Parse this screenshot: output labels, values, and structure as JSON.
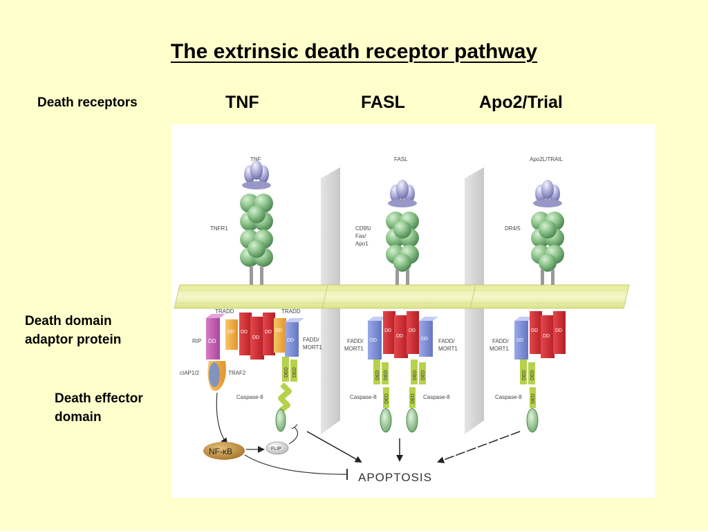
{
  "slide": {
    "title": "The extrinsic death receptor pathway",
    "labels": {
      "death_receptors": "Death receptors",
      "adaptor_line1": "Death domain",
      "adaptor_line2": "adaptor protein",
      "effector_line1": "Death effector",
      "effector_line2": "domain"
    },
    "columns": [
      "TNF",
      "FASL",
      "Apo2/Trial"
    ]
  },
  "figure": {
    "ligands": [
      "TNF",
      "FASL",
      "Apo2L/TRAIL"
    ],
    "receptors": {
      "tnfr1": "TNFR1",
      "fas_line1": "CD95/",
      "fas_line2": "Fas/",
      "fas_line3": "Apo1",
      "dr": "DR4/5"
    },
    "dd": "DD",
    "ded": "DED",
    "tradd": "TRADD",
    "rip": "RIP",
    "fadd_line1": "FADD/",
    "fadd_line2": "MORT1",
    "ciap": "cIAP1/2",
    "traf2": "TRAF2",
    "caspase8": "Caspase-8",
    "nfkb": "NF-κB",
    "flip": "FLIP",
    "apoptosis": "APOPTOSIS"
  }
}
